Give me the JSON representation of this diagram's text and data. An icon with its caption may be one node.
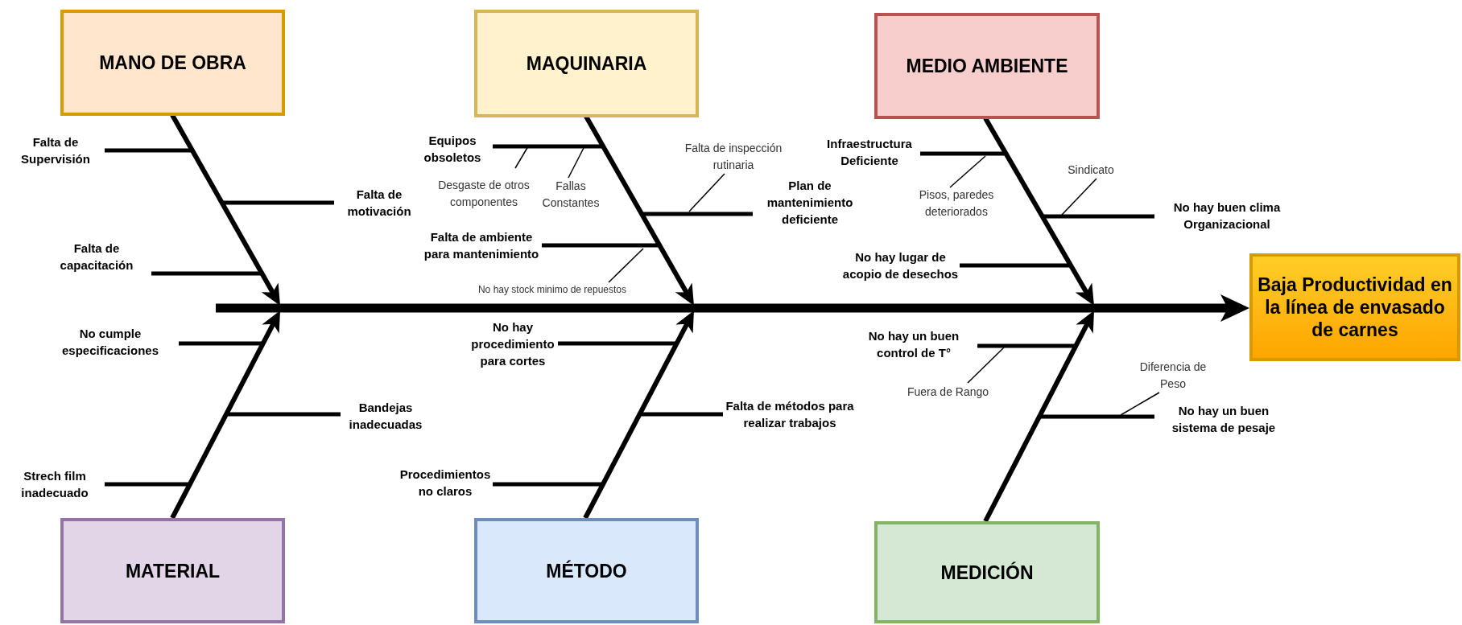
{
  "diagram": {
    "nodes": [
      {
        "text": [
          "MANO DE OBRA"
        ]
      },
      {
        "text": [
          "MAQUINARIA"
        ]
      },
      {
        "text": [
          "MEDIO AMBIENTE"
        ]
      },
      {
        "text": [
          "Falta de Supervisión"
        ]
      },
      {
        "text": [
          "Falta de motivación"
        ]
      },
      {
        "text": [
          "Falta de capacitación"
        ]
      },
      {
        "text": [
          "Equipos obsoletos"
        ]
      },
      {
        "text": [
          "Desgaste de otros componentes"
        ]
      },
      {
        "text": [
          "Fallas Constantes"
        ]
      },
      {
        "text": [
          "Falta de inspección rutinaria"
        ]
      },
      {
        "text": [
          "Plan de mantenimiento deficiente"
        ]
      },
      {
        "text": [
          "Falta de ambiente para mantenimiento"
        ]
      },
      {
        "text": [
          "No hay stock minimo de repuestos"
        ]
      },
      {
        "text": [
          "Infraestructura Deficiente"
        ]
      },
      {
        "text": [
          "Pisos, paredes deteriorados"
        ]
      },
      {
        "text": [
          "Sindicato"
        ]
      },
      {
        "text": [
          "No hay buen clima Organizacional"
        ]
      },
      {
        "text": [
          "No hay lugar de acopio de desechos"
        ]
      },
      {
        "text": [
          "Baja Productividad en la línea de envasado de carnes"
        ]
      },
      {
        "text": [
          "No cumple especificaciones"
        ]
      },
      {
        "text": [
          "No hay procedimiento para cortes"
        ]
      },
      {
        "text": [
          "No hay un buen control de T°"
        ]
      },
      {
        "text": [
          "Fuera de Rango"
        ]
      },
      {
        "text": [
          "Diferencia de Peso"
        ]
      },
      {
        "text": [
          "Bandejas inadecuadas"
        ]
      },
      {
        "text": [
          "No hay un buen sistema de pesaje"
        ]
      },
      {
        "text": [
          "Falta de métodos para realizar trabajos"
        ]
      },
      {
        "text": [
          "Strech film inadecuado"
        ]
      },
      {
        "text": [
          "Procedimientos no claros"
        ]
      },
      {
        "text": [
          "MATERIAL"
        ]
      },
      {
        "text": [
          "MÉTODO"
        ]
      },
      {
        "text": [
          "MEDICIÓN"
        ]
      }
    ],
    "edges": [
      {
        "from": null,
        "to": 18,
        "arrow": "to",
        "style": "thick"
      },
      {
        "from": 0,
        "to": null,
        "arrow": "to"
      },
      {
        "from": 1,
        "to": null,
        "arrow": "to"
      },
      {
        "from": 2,
        "to": null,
        "arrow": "to"
      },
      {
        "from": 29,
        "to": null,
        "arrow": "to"
      },
      {
        "from": 30,
        "to": null,
        "arrow": "to"
      },
      {
        "from": 31,
        "to": null,
        "arrow": "to"
      },
      {
        "from": 3,
        "to": null,
        "arrow": "none"
      },
      {
        "from": 4,
        "to": null,
        "arrow": "none"
      },
      {
        "from": 5,
        "to": null,
        "arrow": "none"
      },
      {
        "from": 6,
        "to": null,
        "arrow": "none"
      },
      {
        "from": 10,
        "to": null,
        "arrow": "none"
      },
      {
        "from": 11,
        "to": null,
        "arrow": "none"
      },
      {
        "from": 13,
        "to": null,
        "arrow": "none"
      },
      {
        "from": 16,
        "to": null,
        "arrow": "none"
      },
      {
        "from": 17,
        "to": null,
        "arrow": "none"
      },
      {
        "from": 19,
        "to": null,
        "arrow": "none"
      },
      {
        "from": 24,
        "to": null,
        "arrow": "none"
      },
      {
        "from": 27,
        "to": null,
        "arrow": "none"
      },
      {
        "from": 20,
        "to": null,
        "arrow": "none"
      },
      {
        "from": 26,
        "to": null,
        "arrow": "none"
      },
      {
        "from": 28,
        "to": null,
        "arrow": "none"
      },
      {
        "from": 21,
        "to": null,
        "arrow": "none"
      },
      {
        "from": 25,
        "to": null,
        "arrow": "none"
      },
      {
        "from": 7,
        "to": null,
        "arrow": "none"
      },
      {
        "from": 8,
        "to": null,
        "arrow": "none"
      },
      {
        "from": 9,
        "to": null,
        "arrow": "none"
      },
      {
        "from": 12,
        "to": null,
        "arrow": "none"
      },
      {
        "from": 14,
        "to": null,
        "arrow": "none"
      },
      {
        "from": 15,
        "to": null,
        "arrow": "none"
      },
      {
        "from": 22,
        "to": null,
        "arrow": "none"
      },
      {
        "from": 23,
        "to": null,
        "arrow": "none"
      }
    ]
  }
}
